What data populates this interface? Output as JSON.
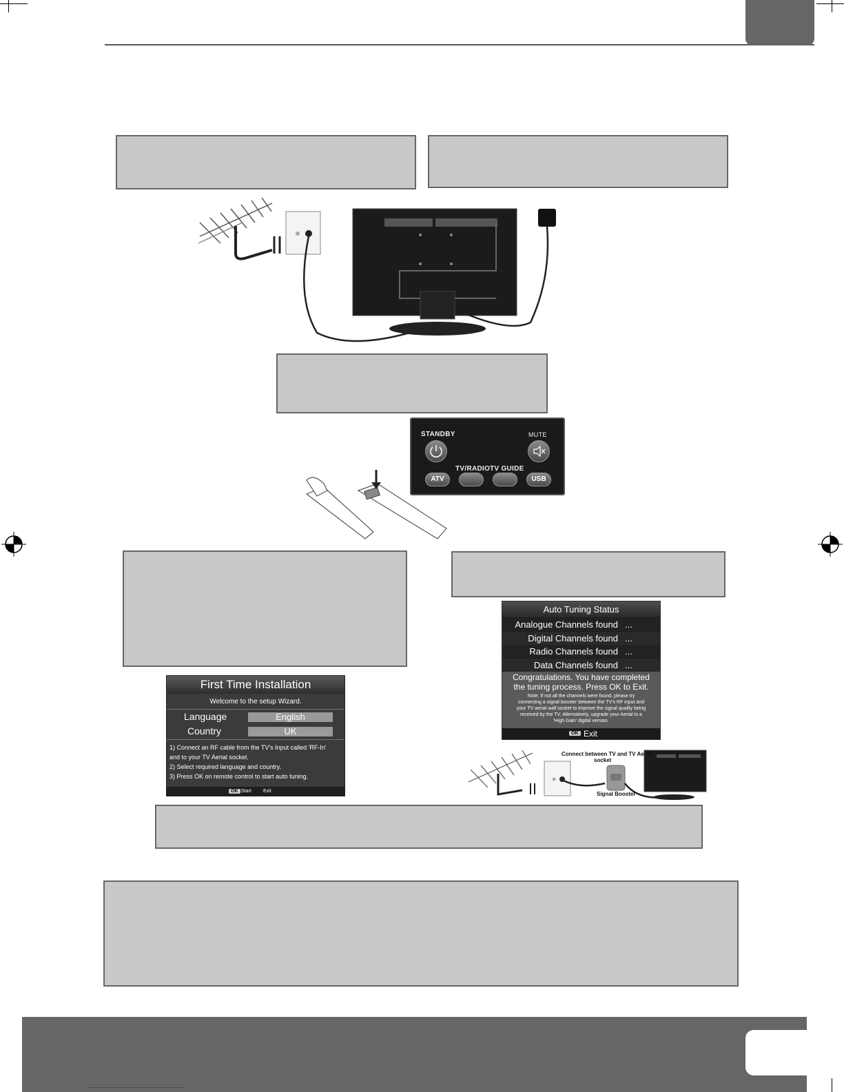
{
  "remote": {
    "standby_label": "STANDBY",
    "mute_label": "MUTE",
    "tvradio_label": "TV/RADIO",
    "tvguide_label": "TV GUIDE",
    "atv_label": "ATV",
    "usb_label": "USB"
  },
  "first_time_installation": {
    "title": "First Time Installation",
    "welcome": "Welcome to the setup Wizard.",
    "language_label": "Language",
    "language_value": "English",
    "country_label": "Country",
    "country_value": "UK",
    "instruction_1a": "1) Connect an RF cable from the TV's Input called 'RF-In'",
    "instruction_1b": "and to your TV Aerial socket.",
    "instruction_2": "2) Select required language and country.",
    "instruction_3": "3) Press OK on remote control to start auto tuning.",
    "ok_key": "OK",
    "start_label": "Start",
    "exit_label": "Exit"
  },
  "auto_tuning": {
    "title": "Auto Tuning Status",
    "rows": [
      {
        "label": "Analogue  Channels found",
        "value": "..."
      },
      {
        "label": "Digital Channels found",
        "value": "..."
      },
      {
        "label": "Radio Channels found",
        "value": "..."
      },
      {
        "label": "Data Channels found",
        "value": "..."
      }
    ],
    "congrats_1": "Congratulations. You have completed",
    "congrats_2": "the tuning process. Press OK to Exit.",
    "note_1": "Note: If not all the channels were found, please try",
    "note_2": "connecting a signal booster between the TV's RF input and",
    "note_3": "your TV aerial wall socket to improve the signal quality being",
    "note_4": "received by the TV. Alternatively, upgrade your Aerial to a",
    "note_5": "'High Gain' digital version.",
    "ok_key": "OK",
    "exit_label": "Exit"
  },
  "booster_diagram": {
    "connect_label_1": "Connect between TV and TV Aerial",
    "connect_label_2": "socket",
    "booster_label": "Signal Booster"
  },
  "colors": {
    "callout_fill": "#c8c8c8",
    "callout_border": "#666666",
    "footer_band": "#666666",
    "link": "#3344cc"
  }
}
